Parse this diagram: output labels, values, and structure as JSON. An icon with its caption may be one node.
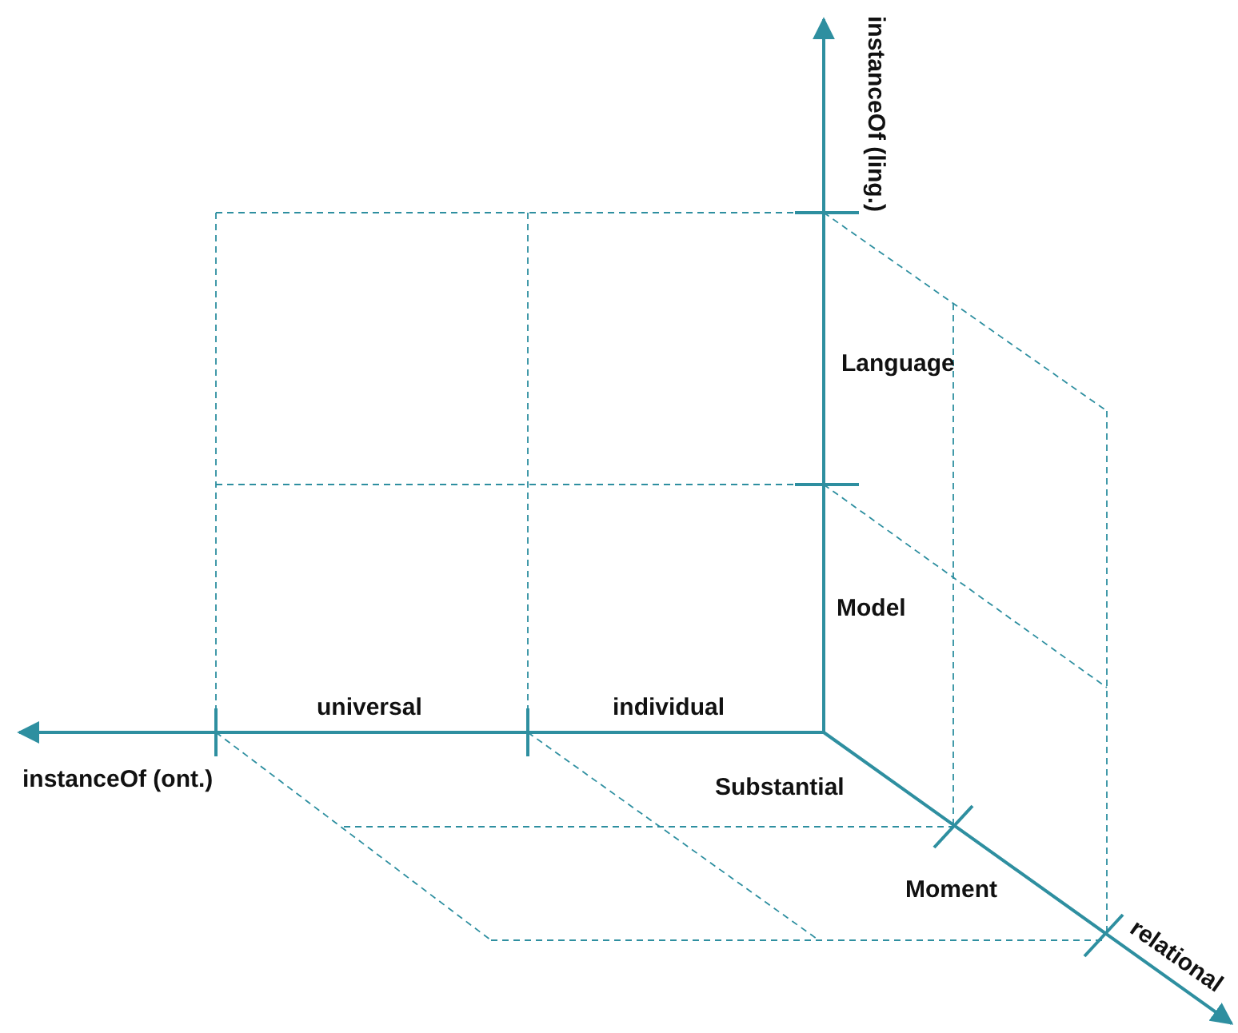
{
  "diagram": {
    "labels": [
      "instanceOf (ling.)",
      "Language",
      "Model",
      "universal",
      "individual",
      "instanceOf (ont.)",
      "Substantial",
      "Moment",
      "relational"
    ]
  }
}
